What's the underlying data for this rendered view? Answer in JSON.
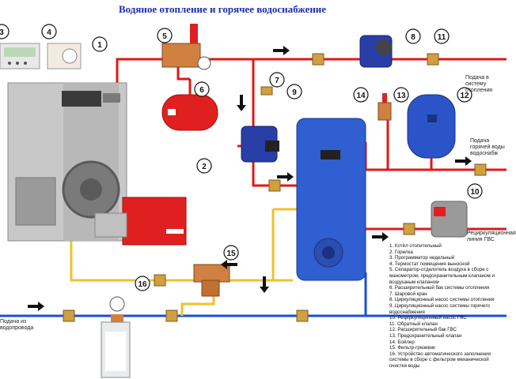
{
  "title": "Водяное отопление и горячее водоснабжение",
  "colors": {
    "hot_pipe": "#e01818",
    "cold_pipe": "#1a4fd6",
    "return_pipe": "#f0c030",
    "boiler_body": "#c8c8c8",
    "burner": "#e02020",
    "expansion_tank_heating": "#e02020",
    "expansion_tank_dhw": "#2a54c8",
    "water_heater": "#2f5fd0"
  },
  "icons": [
    "arrow-right-icon",
    "arrow-left-icon",
    "arrow-down-icon",
    "valve-icon",
    "pump-icon"
  ],
  "labels": {
    "supply_system": "Подача в систему отопления",
    "hot_water_supply": "Подача горячей воды водоснабж",
    "recirculation_line": "Рециркуляционная линия ГВС",
    "water_supply_from_main": "Подача из водопровода"
  },
  "badges": [
    "1",
    "2",
    "3",
    "4",
    "5",
    "6",
    "7",
    "8",
    "9",
    "10",
    "11",
    "12",
    "13",
    "14",
    "15",
    "16"
  ],
  "legend": [
    "1. Котёл отопительный",
    "2. Горелка",
    "3. Программатор недельный",
    "4. Термостат помещения выносной",
    "5. Сепаратор-отделитель воздуха в сборе с манометром, предохранительным клапаном и воздушным клапаном",
    "6. Расширительный бак системы отопления",
    "7. Шаровой кран",
    "8. Циркуляционный насос системы отопления",
    "9. Циркуляционный насос системы горячего водоснабжения",
    "10. Рециркуляционный насос ГВС",
    "11. Обратный клапан",
    "12. Расширительный бак ГВС",
    "13. Предохранительный клапан",
    "14. Бойлер",
    "15. Фильтр-грязевик",
    "16. Устройство автоматического заполнения системы в сборе с фильтром механической очистки воды"
  ]
}
